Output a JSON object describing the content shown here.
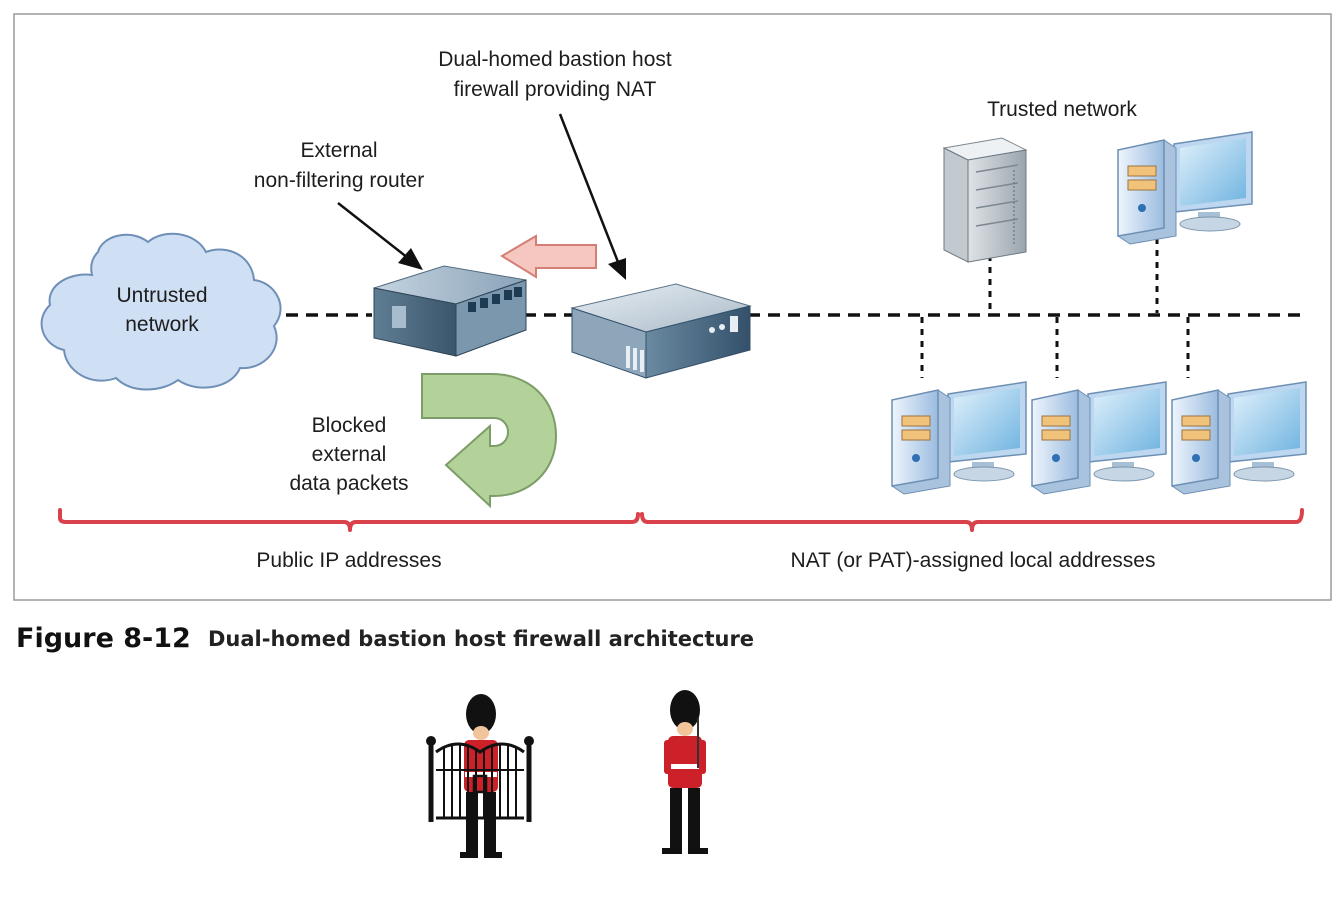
{
  "diagram": {
    "labels": {
      "bastion": [
        "Dual-homed bastion host",
        "firewall providing NAT"
      ],
      "router": [
        "External",
        "non-filtering router"
      ],
      "trusted": "Trusted network",
      "untrusted": [
        "Untrusted",
        "network"
      ],
      "blocked": [
        "Blocked",
        "external",
        "data packets"
      ],
      "public_ip": "Public IP addresses",
      "nat": "NAT (or PAT)-assigned local addresses"
    }
  },
  "caption": {
    "number": "Figure 8-12",
    "title": "Dual-homed bastion host firewall architecture"
  },
  "colors": {
    "cloud_fill": "#cfe0f5",
    "cloud_stroke": "#6f8fb7",
    "brace": "#d9414b",
    "pink_arrow": "#f6c7c0",
    "green_arrow": "#b3d29a",
    "guard_red": "#cc2128",
    "frame": "#9a9a9a"
  }
}
